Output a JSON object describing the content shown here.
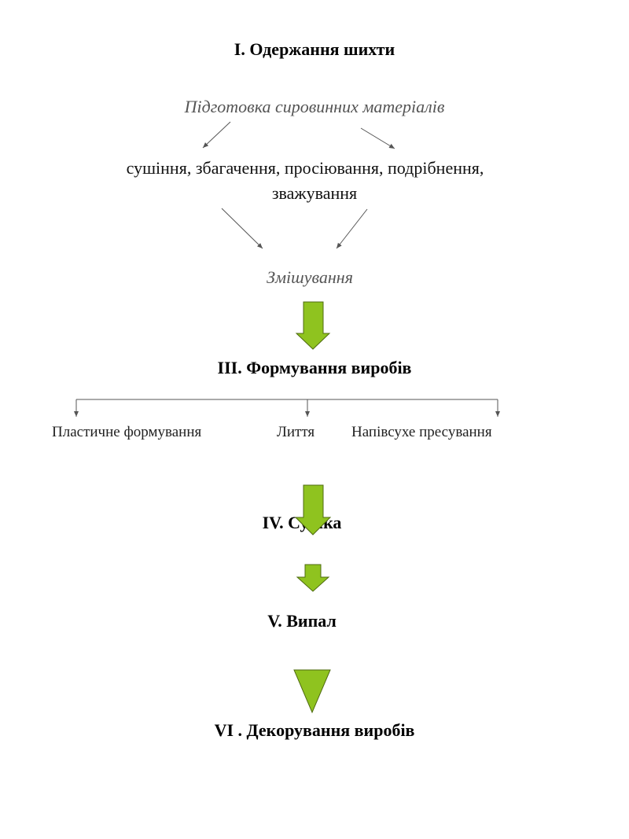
{
  "stage1": {
    "title": "I.  Одержання шихти",
    "preparation": "Підготовка сировинних матеріалів",
    "operations_line1": "сушіння, збагачення, просіювання, подрібнення,",
    "operations_line2": "зважування",
    "mixing": "Змішування"
  },
  "stage3": {
    "title": "III. Формування виробів",
    "methods": [
      "Пластичне формування",
      "Лиття",
      "Напівсухе пресування"
    ]
  },
  "stage4": {
    "title": "IV. Сушка"
  },
  "stage5": {
    "title": "V. Випал"
  },
  "stage6": {
    "title": "VI . Декорування виробів"
  },
  "colors": {
    "arrow_fill": "#8fc31f",
    "arrow_stroke": "#4f6b10",
    "line": "#555555"
  }
}
